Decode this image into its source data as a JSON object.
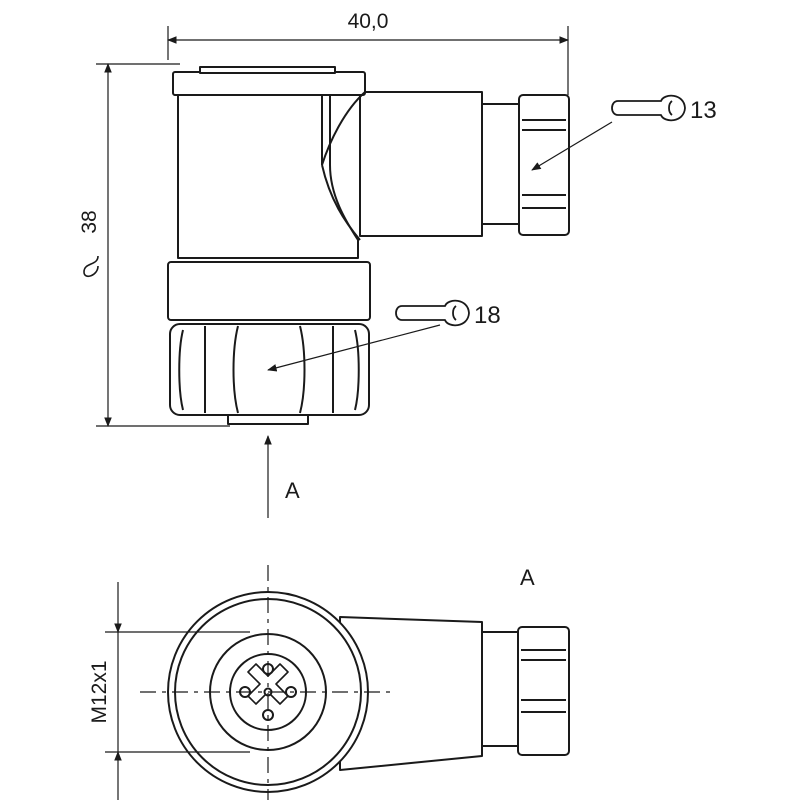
{
  "dimensions": {
    "width_label": "40,0",
    "height_label": "38",
    "approx_symbol": "~",
    "thread_label": "M12x1"
  },
  "wrench_sizes": {
    "cable_nut": "13",
    "coupling_nut": "18"
  },
  "views": {
    "arrow_label": "A",
    "view_label": "A"
  }
}
